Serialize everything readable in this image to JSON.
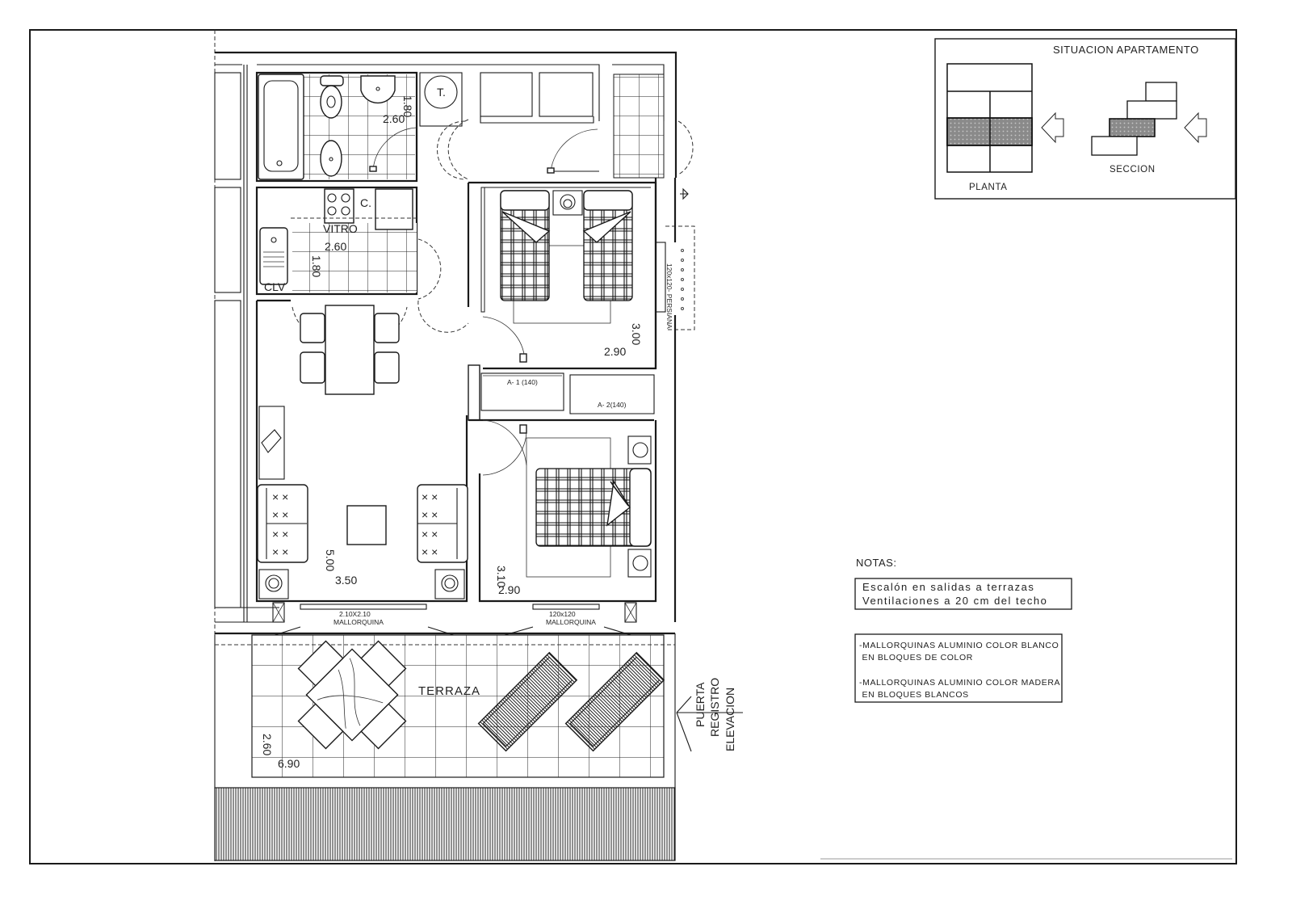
{
  "sheet": {
    "key_plan": {
      "title": "SITUACION APARTAMENTO",
      "planta_label": "PLANTA",
      "seccion_label": "SECCION",
      "highlight_color": "#8a8a8a"
    },
    "notes": {
      "heading": "NOTAS:",
      "box1": [
        "Escalón en salidas a terrazas",
        "Ventilaciones a 20 cm del techo"
      ],
      "box2": [
        "-MALLORQUINAS ALUMINIO COLOR BLANCO",
        " EN BLOQUES DE COLOR",
        "-MALLORQUINAS ALUMINIO COLOR MADERA",
        " EN BLOQUES BLANCOS"
      ]
    },
    "plan": {
      "bathroom": {
        "width": "2.60",
        "depth": "1.80",
        "termo_label": "T."
      },
      "kitchen": {
        "cooktop_label": "VITRO",
        "fridge_label": "C.",
        "laundry_label": "CLV",
        "width": "2.60",
        "depth": "1.80"
      },
      "bedroom1": {
        "width": "2.90",
        "depth": "3.00",
        "window_label": "120x120- PERSIANA"
      },
      "closets": {
        "a1": "A- 1 (140)",
        "a2": "A- 2(140)"
      },
      "bedroom2": {
        "width": "2.90",
        "depth": "3.10"
      },
      "living": {
        "width": "3.50",
        "depth": "5.00"
      },
      "windows": {
        "living_door": [
          "2.10X2.10",
          "MALLORQUINA"
        ],
        "bedroom_door": [
          "120x120",
          "MALLORQUINA"
        ]
      },
      "terrace": {
        "label": "TERRAZA",
        "width": "6.90",
        "depth": "2.60"
      },
      "registry": [
        "PUERTA",
        "REGISTRO",
        "ELEVACION"
      ]
    }
  }
}
